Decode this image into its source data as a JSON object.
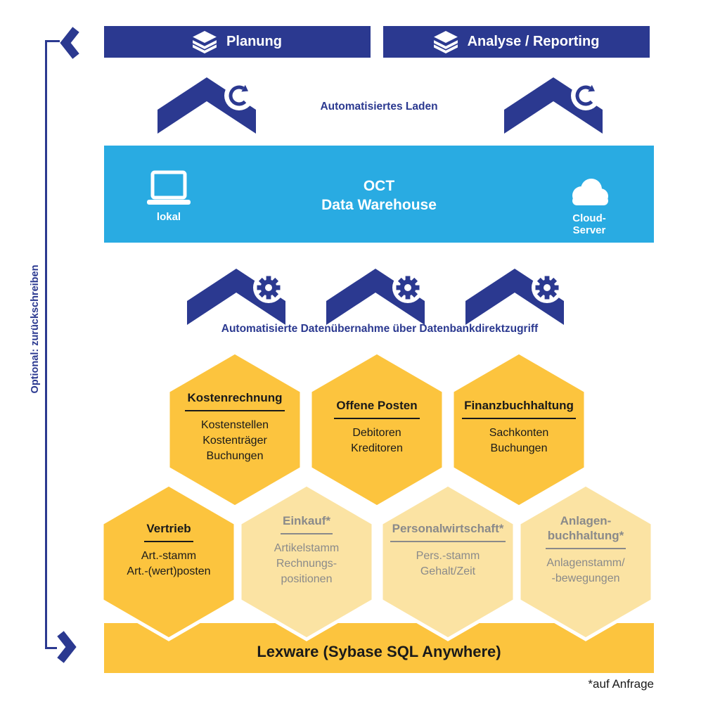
{
  "colors": {
    "dark_blue": "#2B3990",
    "light_blue": "#29ABE2",
    "gold": "#FCC43E",
    "light_gold": "#FBE3A3",
    "gray_text": "#8A8A8A",
    "black_text": "#1A1A1A"
  },
  "side": {
    "note": "Optional: zurückschreiben"
  },
  "top_banners": {
    "left": "Planung",
    "right": "Analyse / Reporting",
    "icon": "layers-icon"
  },
  "load_label": "Automatisiertes Laden",
  "warehouse": {
    "line1": "OCT",
    "line2": "Data Warehouse",
    "local_label": "lokal",
    "cloud_label": "Cloud-Server",
    "local_icon": "laptop-icon",
    "cloud_icon": "cloud-icon"
  },
  "transfer_label": "Automatisierte Datenübernahme über Datenbankdirektzugriff",
  "hexagons": [
    {
      "title": "Kostenrechnung",
      "variant": "solid",
      "lines": [
        "Kostenstellen",
        "Kostenträger",
        "Buchungen"
      ]
    },
    {
      "title": "Offene Posten",
      "variant": "solid",
      "lines": [
        "Debitoren",
        "Kreditoren"
      ]
    },
    {
      "title": "Finanzbuchhaltung",
      "variant": "solid",
      "lines": [
        "Sachkonten",
        "Buchungen"
      ]
    },
    {
      "title": "Vertrieb",
      "variant": "solid",
      "lines": [
        "Art.-stamm",
        "Art.-(wert)posten"
      ]
    },
    {
      "title": "Einkauf*",
      "variant": "light",
      "lines": [
        "Artikelstamm",
        "Rechnungs-",
        "positionen"
      ]
    },
    {
      "title": "Personalwirtschaft*",
      "variant": "light",
      "lines": [
        "Pers.-stamm",
        "Gehalt/Zeit"
      ]
    },
    {
      "title": "Anlagen-\nbuchhaltung*",
      "variant": "light",
      "lines": [
        "Anlagenstamm/",
        "-bewegungen"
      ]
    }
  ],
  "bottom_banner": "Lexware (Sybase SQL Anywhere)",
  "footnote": "*auf Anfrage",
  "icons": {
    "load": "chevron-up-refresh-icon",
    "transfer": "chevron-up-gear-icon",
    "optional_top": "chevron-left-icon",
    "optional_bottom": "chevron-right-icon"
  }
}
